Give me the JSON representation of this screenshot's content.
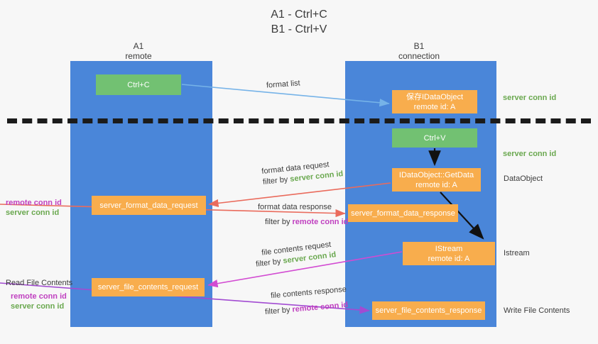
{
  "title": {
    "line1": "A1 - Ctrl+C",
    "line2": "B1 - Ctrl+V"
  },
  "lanes": [
    {
      "id": "a1",
      "title": "A1",
      "subtitle": "remote",
      "color": "#4a86d9"
    },
    {
      "id": "b1",
      "title": "B1",
      "subtitle": "connection",
      "color": "#4a86d9"
    }
  ],
  "colors": {
    "lane": "#4a86d9",
    "green_node": "#72c172",
    "orange_node": "#f8ad4d",
    "server_conn_id": "#6aa84f",
    "remote_conn_id": "#c040c0",
    "arrow_blue": "#76b3e8",
    "arrow_red": "#ea6b5c",
    "arrow_magenta": "#d24bd2",
    "arrow_purple": "#a24bd2",
    "arrow_black": "#111111",
    "background": "#f7f7f7"
  },
  "nodes": {
    "ctrl_c": "Ctrl+C",
    "save_idataobject_line1": "保存IDataObject",
    "save_idataobject_line2": "remote id: A",
    "ctrl_v": "Ctrl+V",
    "getdata_line1": "IDataObject::GetData",
    "getdata_line2": "remote id: A",
    "istream_line1": "IStream",
    "istream_line2": "remote id: A",
    "server_format_data_request": "server_format_data_request",
    "server_format_data_response": "server_format_data_response",
    "server_file_contents_request": "server_file_contents_request",
    "server_file_contents_response": "server_file_contents_response"
  },
  "edge_labels": {
    "format_list": "format list",
    "format_data_request": "format data request",
    "format_data_request_filter_prefix": "filter by ",
    "format_data_request_filter_value": "server conn id",
    "format_data_response": "format data response",
    "format_data_response_filter_prefix": "filter by ",
    "format_data_response_filter_value": "remote conn id",
    "file_contents_request": "file contents request",
    "file_contents_request_filter_prefix": "filter by ",
    "file_contents_request_filter_value": "server conn id",
    "file_contents_response": "file contents response",
    "file_contents_response_filter_prefix": "filter by ",
    "file_contents_response_filter_value": "remote conn id"
  },
  "right_labels": {
    "server_conn_id_top": "server conn id",
    "server_conn_id_second": "server conn id",
    "data_object": "DataObject",
    "istream": "Istream",
    "write_file_contents": "Write File Contents"
  },
  "left_labels": {
    "remote_conn_id_1": "remote conn id",
    "server_conn_id_1": "server conn id",
    "read_file_contents": "Read File Contents",
    "remote_conn_id_2": "remote conn id",
    "server_conn_id_2": "server conn id"
  }
}
